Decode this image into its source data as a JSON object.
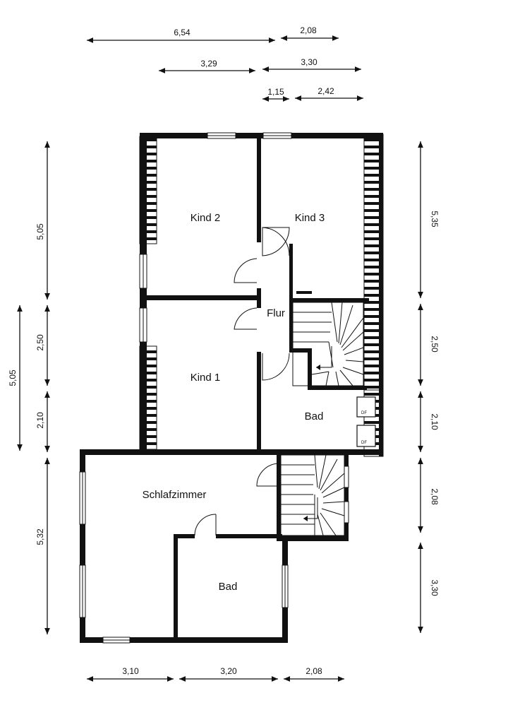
{
  "dimensions": {
    "top_row1": [
      "6,54",
      "2,08"
    ],
    "top_row2": [
      "3,29",
      "3,30"
    ],
    "top_row3": [
      "1,15",
      "2,42"
    ],
    "left_outer": "5,05",
    "left_inner": [
      "5,05",
      "2,50",
      "2,10",
      "5,32"
    ],
    "right": [
      "5,35",
      "2,50",
      "2,10",
      "2,08",
      "3,30"
    ],
    "bottom": [
      "3,10",
      "3,20",
      "2,08"
    ]
  },
  "rooms": {
    "kind2": "Kind 2",
    "kind3": "Kind 3",
    "flur": "Flur",
    "kind1": "Kind 1",
    "bad_upper": "Bad",
    "schlafzimmer": "Schlafzimmer",
    "bad_lower": "Bad"
  },
  "fixtures": {
    "df_label": "DF"
  },
  "colors": {
    "wall": "#111111",
    "background": "#ffffff"
  }
}
